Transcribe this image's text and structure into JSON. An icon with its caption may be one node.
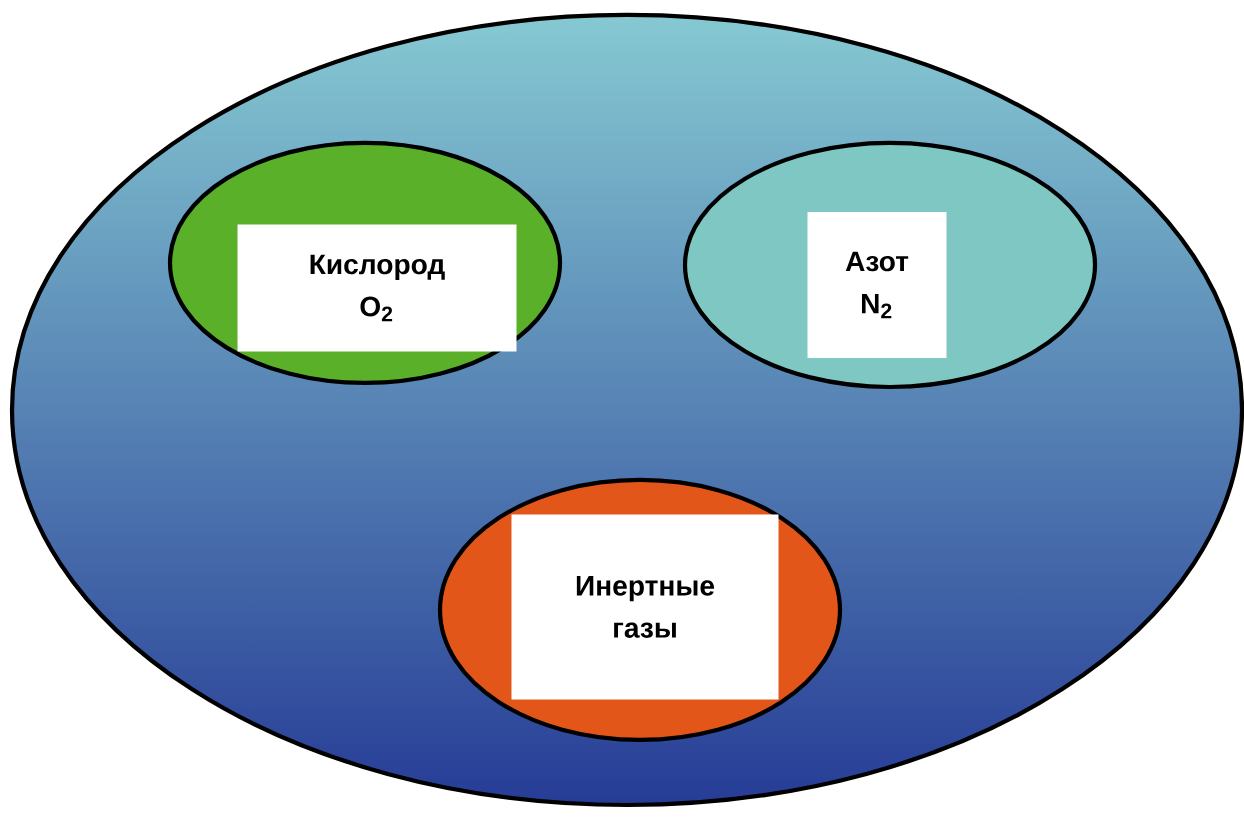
{
  "diagram": {
    "nodes": [
      {
        "text": [],
        "shape": "ellipse"
      },
      {
        "text": [
          "Кислород O$_{2}$"
        ],
        "in": 0
      },
      {
        "text": [
          "Азот N$_{2}$"
        ],
        "in": 0
      },
      {
        "text": [
          "Инертные газы"
        ],
        "in": 0
      }
    ]
  }
}
